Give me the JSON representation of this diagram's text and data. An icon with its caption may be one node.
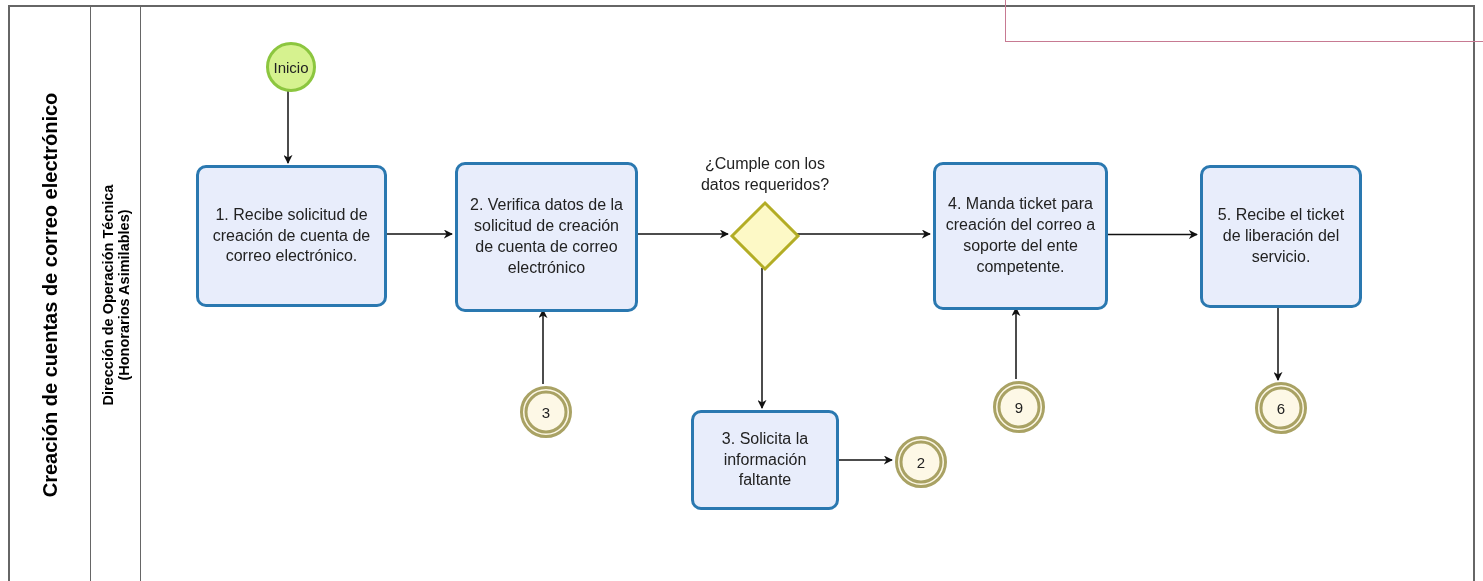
{
  "diagram": {
    "nodes": [
      {
        "text": [
          "Creación de cuentas de correo electrónico"
        ]
      },
      {
        "text": [
          "Dirección de Operación Técnica (Honorarios Asimilables)"
        ],
        "in": 0
      },
      {
        "text": [
          "Inicio"
        ],
        "in": 1
      },
      {
        "text": [
          "1. Recibe solicitud de creación de cuenta de correo electrónico."
        ],
        "in": 1
      },
      {
        "text": [
          "2. Verifica datos de la solicitud de creación de cuenta de correo electrónico"
        ],
        "in": 1
      },
      {
        "text": [
          "¿Cumple con los datos requeridos?"
        ],
        "in": 1
      },
      {
        "text": [
          "4. Manda ticket para creación del correo a soporte del ente competente."
        ],
        "in": 1
      },
      {
        "text": [
          "5. Recibe el ticket de liberación del servicio."
        ],
        "in": 1
      },
      {
        "text": [
          "3"
        ],
        "in": 1
      },
      {
        "text": [
          "3. Solicita la información faltante"
        ],
        "in": 1
      },
      {
        "text": [
          "2"
        ],
        "in": 1
      },
      {
        "text": [
          "9"
        ],
        "in": 1
      },
      {
        "text": [
          "6"
        ],
        "in": 1
      }
    ],
    "edges": [
      {
        "from": 2,
        "to": 3,
        "arrow": "to"
      },
      {
        "from": 3,
        "to": 4,
        "arrow": "to"
      },
      {
        "from": 8,
        "to": 4,
        "arrow": "to"
      },
      {
        "from": 4,
        "to": 5,
        "arrow": "to"
      },
      {
        "from": 5,
        "to": 6,
        "arrow": "to"
      },
      {
        "from": 5,
        "to": 9,
        "arrow": "to"
      },
      {
        "from": 9,
        "to": 10,
        "arrow": "to"
      },
      {
        "from": 11,
        "to": 6,
        "arrow": "to"
      },
      {
        "from": 6,
        "to": 7,
        "arrow": "to"
      },
      {
        "from": 7,
        "to": 12,
        "arrow": "to"
      }
    ]
  }
}
